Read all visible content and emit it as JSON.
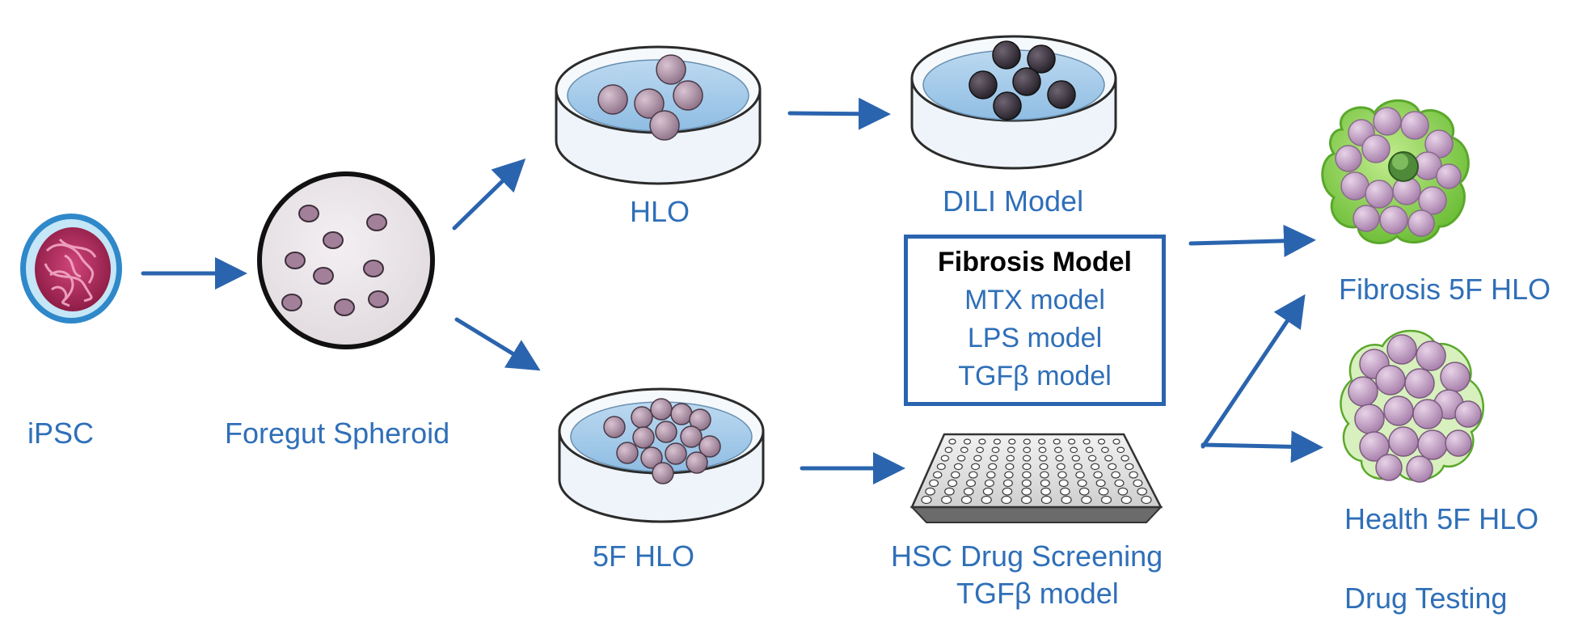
{
  "labels": {
    "ipsc": "iPSC",
    "foregut": "Foregut Spheroid",
    "hlo": "HLO",
    "hlo5f": "5F HLO",
    "dili": "DILI  Model",
    "hsc_line1": "HSC Drug Screening",
    "hsc_line2": "TGFβ model",
    "fibrosis5f": "Fibrosis 5F HLO",
    "health5f": "Health 5F HLO",
    "drug_testing": "Drug  Testing"
  },
  "fibrosis_box": {
    "title": "Fibrosis Model",
    "items": [
      "MTX model",
      "LPS  model",
      "TGFβ model"
    ]
  },
  "colors": {
    "arrow": "#2a64ae",
    "label": "#2f6fb8",
    "dish_liquid": "#a9cdea",
    "organoid_light": "#b79aad",
    "organoid_dark": "#3d3540",
    "fibrosis_outer": "#8cd15a",
    "fibrosis_cell": "#c99ac2",
    "health_cell": "#c5a1c8",
    "ipsc_outer": "#4aa8dc",
    "ipsc_inner": "#b02a5c"
  }
}
